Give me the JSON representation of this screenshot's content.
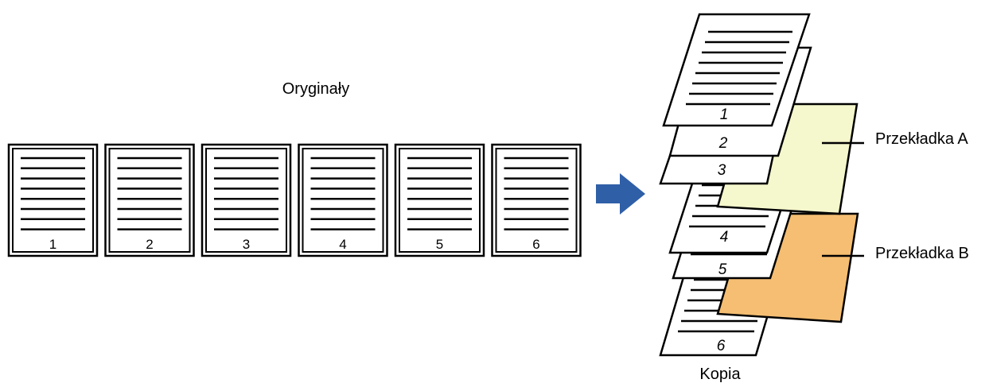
{
  "originals": {
    "label": "Oryginały",
    "pages": [
      "1",
      "2",
      "3",
      "4",
      "5",
      "6"
    ]
  },
  "copy": {
    "label": "Kopia",
    "pages": [
      "1",
      "2",
      "3",
      "4",
      "5",
      "6"
    ]
  },
  "inserts": [
    {
      "label": "Przekładka A",
      "color": "#F5F7CC"
    },
    {
      "label": "Przekładka B",
      "color": "#F5BE72"
    }
  ],
  "arrow": {
    "color": "#2F5FA7"
  }
}
